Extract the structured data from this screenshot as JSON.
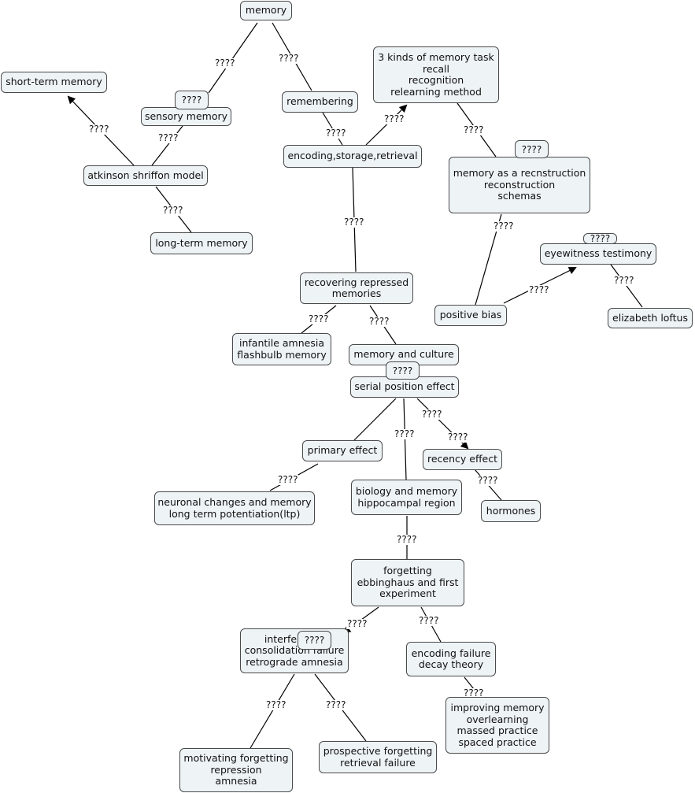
{
  "link_label": "????",
  "nodes": {
    "memory": [
      "memory"
    ],
    "short_term": [
      "short-term memory"
    ],
    "sensory": [
      "sensory memory"
    ],
    "remembering": [
      "remembering"
    ],
    "tasks": [
      "3 kinds of memory task",
      "recall",
      "recognition",
      "relearning method"
    ],
    "atkinson": [
      "atkinson shriffon model"
    ],
    "encoding": [
      "encoding,storage,retrieval"
    ],
    "reconstruction": [
      "memory as a recnstruction",
      "reconstruction",
      "schemas"
    ],
    "long_term": [
      "long-term memory"
    ],
    "eyewitness": [
      "eyewitness testimony"
    ],
    "repressed": [
      "recovering repressed",
      "memories"
    ],
    "positive_bias": [
      "positive bias"
    ],
    "loftus": [
      "elizabeth loftus"
    ],
    "infantile": [
      "infantile amnesia",
      "flashbulb memory"
    ],
    "culture": [
      "memory and culture"
    ],
    "serial": [
      "serial position effect"
    ],
    "primary": [
      "primary effect"
    ],
    "recency": [
      "recency effect"
    ],
    "neuronal": [
      "neuronal changes and memory",
      "long term potentiation(ltp)"
    ],
    "biology": [
      "biology and memory",
      "hippocampal region"
    ],
    "hormones": [
      "hormones"
    ],
    "forgetting": [
      "forgetting",
      "ebbinghaus and first",
      "experiment"
    ],
    "interference": [
      "interference",
      "consolidation failure",
      "retrograde amnesia"
    ],
    "encoding_failure": [
      "encoding failure",
      "decay theory"
    ],
    "improving": [
      "improving memory",
      "overlearning",
      "massed practice",
      "spaced practice"
    ],
    "motivating": [
      "motivating forgetting",
      "repression",
      "amnesia"
    ],
    "prospective": [
      "prospective forgetting",
      "retrieval failure"
    ]
  }
}
